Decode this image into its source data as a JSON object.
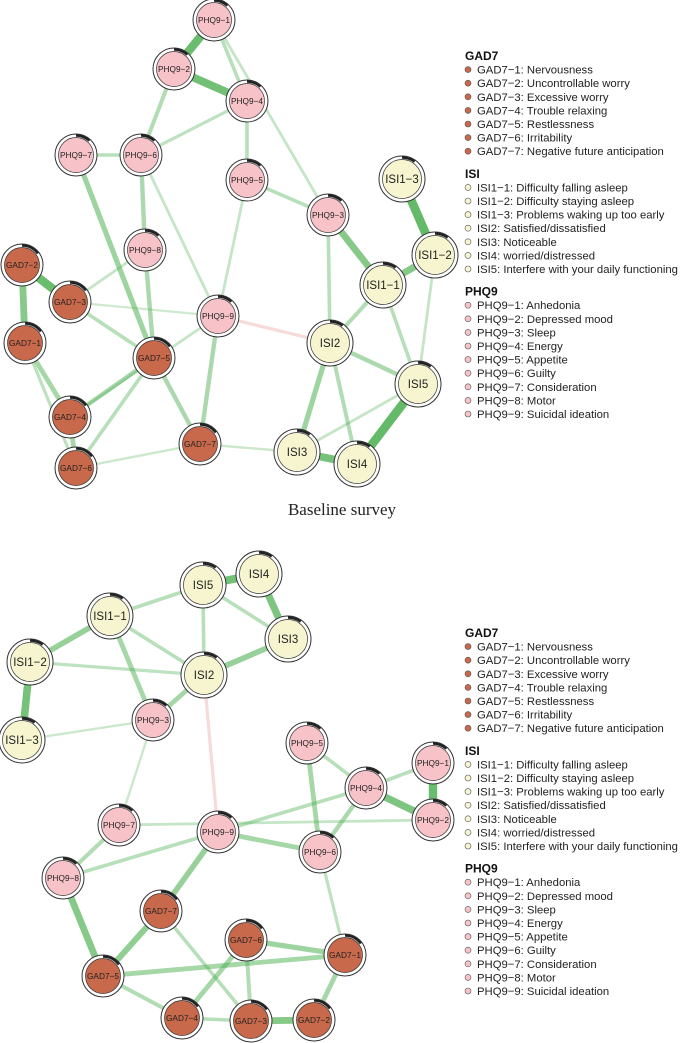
{
  "caption": "Baseline survey",
  "colors": {
    "GAD7": "#c9694b",
    "ISI": "#f6f5cf",
    "PHQ9": "#f7c3c8",
    "pos_edge": "#4caf50",
    "neg_edge": "#e89a9a"
  },
  "legend": [
    {
      "group": "GAD7",
      "items": [
        "GAD7−1: Nervousness",
        "GAD7−2: Uncontrollable worry",
        "GAD7−3: Excessive worry",
        "GAD7−4: Trouble relaxing",
        "GAD7−5: Restlessness",
        "GAD7−6: Irritability",
        "GAD7−7: Negative future anticipation"
      ]
    },
    {
      "group": "ISI",
      "items": [
        "ISI1−1: Difficulty falling asleep",
        "ISI1−2: Difficulty staying asleep",
        "ISI1−3: Problems waking up too early",
        "ISI2: Satisfied/dissatisfied",
        "ISI3: Noticeable",
        "ISI4: worried/distressed",
        "ISI5: Interfere with your daily functioning"
      ]
    },
    {
      "group": "PHQ9",
      "items": [
        "PHQ9−1: Anhedonia",
        "PHQ9−2: Depressed mood",
        "PHQ9−3: Sleep",
        "PHQ9−4: Energy",
        "PHQ9−5: Appetite",
        "PHQ9−6: Guilty",
        "PHQ9−7: Consideration",
        "PHQ9−8: Motor",
        "PHQ9−9: Suicidal ideation"
      ]
    }
  ],
  "networks": [
    {
      "nodes": [
        {
          "id": "PHQ9-1",
          "label": "PHQ9−1",
          "group": "PHQ9"
        },
        {
          "id": "PHQ9-2",
          "label": "PHQ9−2",
          "group": "PHQ9"
        },
        {
          "id": "PHQ9-4",
          "label": "PHQ9−4",
          "group": "PHQ9"
        },
        {
          "id": "PHQ9-7",
          "label": "PHQ9−7",
          "group": "PHQ9"
        },
        {
          "id": "PHQ9-6",
          "label": "PHQ9−6",
          "group": "PHQ9"
        },
        {
          "id": "PHQ9-5",
          "label": "PHQ9−5",
          "group": "PHQ9"
        },
        {
          "id": "PHQ9-3",
          "label": "PHQ9−3",
          "group": "PHQ9"
        },
        {
          "id": "PHQ9-8",
          "label": "PHQ9−8",
          "group": "PHQ9"
        },
        {
          "id": "PHQ9-9",
          "label": "PHQ9−9",
          "group": "PHQ9"
        },
        {
          "id": "GAD7-2",
          "label": "GAD7−2",
          "group": "GAD7"
        },
        {
          "id": "GAD7-3",
          "label": "GAD7−3",
          "group": "GAD7"
        },
        {
          "id": "GAD7-1",
          "label": "GAD7−1",
          "group": "GAD7"
        },
        {
          "id": "GAD7-5",
          "label": "GAD7−5",
          "group": "GAD7"
        },
        {
          "id": "GAD7-4",
          "label": "GAD7−4",
          "group": "GAD7"
        },
        {
          "id": "GAD7-7",
          "label": "GAD7−7",
          "group": "GAD7"
        },
        {
          "id": "GAD7-6",
          "label": "GAD7−6",
          "group": "GAD7"
        },
        {
          "id": "ISI1-3",
          "label": "ISI1−3",
          "group": "ISI"
        },
        {
          "id": "ISI1-2",
          "label": "ISI1−2",
          "group": "ISI"
        },
        {
          "id": "ISI1-1",
          "label": "ISI1−1",
          "group": "ISI"
        },
        {
          "id": "ISI2",
          "label": "ISI2",
          "group": "ISI"
        },
        {
          "id": "ISI5",
          "label": "ISI5",
          "group": "ISI"
        },
        {
          "id": "ISI3",
          "label": "ISI3",
          "group": "ISI"
        },
        {
          "id": "ISI4",
          "label": "ISI4",
          "group": "ISI"
        }
      ],
      "edges": [
        {
          "a": "PHQ9-1",
          "b": "PHQ9-2",
          "w": 0.9
        },
        {
          "a": "PHQ9-2",
          "b": "PHQ9-4",
          "w": 0.85
        },
        {
          "a": "PHQ9-1",
          "b": "PHQ9-4",
          "w": 0.3
        },
        {
          "a": "PHQ9-2",
          "b": "PHQ9-6",
          "w": 0.35
        },
        {
          "a": "PHQ9-4",
          "b": "PHQ9-6",
          "w": 0.25
        },
        {
          "a": "PHQ9-4",
          "b": "PHQ9-5",
          "w": 0.3
        },
        {
          "a": "PHQ9-1",
          "b": "PHQ9-3",
          "w": 0.2
        },
        {
          "a": "PHQ9-7",
          "b": "PHQ9-6",
          "w": 0.3
        },
        {
          "a": "PHQ9-7",
          "b": "GAD7-5",
          "w": 0.5
        },
        {
          "a": "PHQ9-6",
          "b": "PHQ9-8",
          "w": 0.4
        },
        {
          "a": "PHQ9-6",
          "b": "PHQ9-9",
          "w": 0.2
        },
        {
          "a": "PHQ9-5",
          "b": "PHQ9-3",
          "w": 0.3
        },
        {
          "a": "PHQ9-5",
          "b": "PHQ9-9",
          "w": 0.2
        },
        {
          "a": "PHQ9-3",
          "b": "ISI1-1",
          "w": 0.7
        },
        {
          "a": "PHQ9-3",
          "b": "ISI2",
          "w": 0.3
        },
        {
          "a": "PHQ9-8",
          "b": "GAD7-5",
          "w": 0.4
        },
        {
          "a": "PHQ9-8",
          "b": "GAD7-3",
          "w": 0.2
        },
        {
          "a": "PHQ9-9",
          "b": "GAD7-7",
          "w": 0.4
        },
        {
          "a": "PHQ9-9",
          "b": "ISI2",
          "w": 0.25,
          "neg": true
        },
        {
          "a": "PHQ9-9",
          "b": "GAD7-4",
          "w": 0.2
        },
        {
          "a": "GAD7-2",
          "b": "GAD7-3",
          "w": 0.9
        },
        {
          "a": "GAD7-2",
          "b": "GAD7-1",
          "w": 0.7
        },
        {
          "a": "GAD7-1",
          "b": "GAD7-4",
          "w": 0.45
        },
        {
          "a": "GAD7-3",
          "b": "GAD7-5",
          "w": 0.3
        },
        {
          "a": "GAD7-4",
          "b": "GAD7-5",
          "w": 0.4
        },
        {
          "a": "GAD7-4",
          "b": "GAD7-6",
          "w": 0.45
        },
        {
          "a": "GAD7-5",
          "b": "GAD7-7",
          "w": 0.4
        },
        {
          "a": "GAD7-5",
          "b": "GAD7-6",
          "w": 0.3
        },
        {
          "a": "GAD7-1",
          "b": "GAD7-6",
          "w": 0.25
        },
        {
          "a": "ISI1-3",
          "b": "ISI1-2",
          "w": 0.95
        },
        {
          "a": "ISI1-2",
          "b": "ISI1-1",
          "w": 0.7
        },
        {
          "a": "ISI1-1",
          "b": "ISI2",
          "w": 0.35
        },
        {
          "a": "ISI1-1",
          "b": "ISI5",
          "w": 0.3
        },
        {
          "a": "ISI1-2",
          "b": "ISI5",
          "w": 0.2
        },
        {
          "a": "ISI2",
          "b": "ISI5",
          "w": 0.4
        },
        {
          "a": "ISI2",
          "b": "ISI3",
          "w": 0.5
        },
        {
          "a": "ISI2",
          "b": "ISI4",
          "w": 0.35
        },
        {
          "a": "ISI5",
          "b": "ISI4",
          "w": 0.95
        },
        {
          "a": "ISI3",
          "b": "ISI4",
          "w": 0.8
        },
        {
          "a": "ISI3",
          "b": "ISI5",
          "w": 0.2
        },
        {
          "a": "GAD7-7",
          "b": "ISI3",
          "w": 0.15
        },
        {
          "a": "GAD7-6",
          "b": "GAD7-7",
          "w": 0.15
        },
        {
          "a": "GAD7-3",
          "b": "PHQ9-9",
          "w": 0.12
        }
      ]
    },
    {
      "nodes": [
        {
          "id": "ISI5",
          "label": "ISI5",
          "group": "ISI"
        },
        {
          "id": "ISI4",
          "label": "ISI4",
          "group": "ISI"
        },
        {
          "id": "ISI1-1",
          "label": "ISI1−1",
          "group": "ISI"
        },
        {
          "id": "ISI3",
          "label": "ISI3",
          "group": "ISI"
        },
        {
          "id": "ISI1-2",
          "label": "ISI1−2",
          "group": "ISI"
        },
        {
          "id": "ISI2",
          "label": "ISI2",
          "group": "ISI"
        },
        {
          "id": "ISI1-3",
          "label": "ISI1−3",
          "group": "ISI"
        },
        {
          "id": "PHQ9-3",
          "label": "PHQ9−3",
          "group": "PHQ9"
        },
        {
          "id": "PHQ9-5",
          "label": "PHQ9−5",
          "group": "PHQ9"
        },
        {
          "id": "PHQ9-1",
          "label": "PHQ9−1",
          "group": "PHQ9"
        },
        {
          "id": "PHQ9-4",
          "label": "PHQ9−4",
          "group": "PHQ9"
        },
        {
          "id": "PHQ9-2",
          "label": "PHQ9−2",
          "group": "PHQ9"
        },
        {
          "id": "PHQ9-7",
          "label": "PHQ9−7",
          "group": "PHQ9"
        },
        {
          "id": "PHQ9-9",
          "label": "PHQ9−9",
          "group": "PHQ9"
        },
        {
          "id": "PHQ9-6",
          "label": "PHQ9−6",
          "group": "PHQ9"
        },
        {
          "id": "PHQ9-8",
          "label": "PHQ9−8",
          "group": "PHQ9"
        },
        {
          "id": "GAD7-7",
          "label": "GAD7−7",
          "group": "GAD7"
        },
        {
          "id": "GAD7-6",
          "label": "GAD7−6",
          "group": "GAD7"
        },
        {
          "id": "GAD7-1",
          "label": "GAD7−1",
          "group": "GAD7"
        },
        {
          "id": "GAD7-5",
          "label": "GAD7−5",
          "group": "GAD7"
        },
        {
          "id": "GAD7-4",
          "label": "GAD7−4",
          "group": "GAD7"
        },
        {
          "id": "GAD7-3",
          "label": "GAD7−3",
          "group": "GAD7"
        },
        {
          "id": "GAD7-2",
          "label": "GAD7−2",
          "group": "GAD7"
        }
      ],
      "edges": [
        {
          "a": "ISI5",
          "b": "ISI4",
          "w": 0.85
        },
        {
          "a": "ISI4",
          "b": "ISI3",
          "w": 0.75
        },
        {
          "a": "ISI5",
          "b": "ISI1-1",
          "w": 0.3
        },
        {
          "a": "ISI5",
          "b": "ISI2",
          "w": 0.3
        },
        {
          "a": "ISI5",
          "b": "ISI3",
          "w": 0.3
        },
        {
          "a": "ISI1-1",
          "b": "ISI1-2",
          "w": 0.55
        },
        {
          "a": "ISI1-1",
          "b": "ISI2",
          "w": 0.3
        },
        {
          "a": "ISI1-1",
          "b": "PHQ9-3",
          "w": 0.45
        },
        {
          "a": "ISI3",
          "b": "ISI2",
          "w": 0.55
        },
        {
          "a": "ISI1-2",
          "b": "ISI1-3",
          "w": 0.8
        },
        {
          "a": "ISI1-2",
          "b": "ISI2",
          "w": 0.25
        },
        {
          "a": "ISI2",
          "b": "PHQ9-3",
          "w": 0.45
        },
        {
          "a": "ISI2",
          "b": "PHQ9-9",
          "w": 0.25,
          "neg": true
        },
        {
          "a": "ISI1-3",
          "b": "PHQ9-3",
          "w": 0.15
        },
        {
          "a": "PHQ9-1",
          "b": "PHQ9-2",
          "w": 0.9
        },
        {
          "a": "PHQ9-4",
          "b": "PHQ9-2",
          "w": 0.75
        },
        {
          "a": "PHQ9-4",
          "b": "PHQ9-1",
          "w": 0.3
        },
        {
          "a": "PHQ9-5",
          "b": "PHQ9-6",
          "w": 0.45
        },
        {
          "a": "PHQ9-5",
          "b": "PHQ9-4",
          "w": 0.3
        },
        {
          "a": "PHQ9-4",
          "b": "PHQ9-6",
          "w": 0.4
        },
        {
          "a": "PHQ9-9",
          "b": "PHQ9-6",
          "w": 0.45
        },
        {
          "a": "PHQ9-9",
          "b": "GAD7-7",
          "w": 0.55
        },
        {
          "a": "PHQ9-9",
          "b": "PHQ9-4",
          "w": 0.3
        },
        {
          "a": "PHQ9-7",
          "b": "PHQ9-8",
          "w": 0.35
        },
        {
          "a": "PHQ9-8",
          "b": "GAD7-5",
          "w": 0.7
        },
        {
          "a": "PHQ9-8",
          "b": "PHQ9-9",
          "w": 0.3
        },
        {
          "a": "GAD7-7",
          "b": "GAD7-5",
          "w": 0.6
        },
        {
          "a": "GAD7-7",
          "b": "GAD7-3",
          "w": 0.3
        },
        {
          "a": "GAD7-5",
          "b": "GAD7-1",
          "w": 0.45
        },
        {
          "a": "GAD7-5",
          "b": "GAD7-4",
          "w": 0.35
        },
        {
          "a": "GAD7-6",
          "b": "GAD7-1",
          "w": 0.5
        },
        {
          "a": "GAD7-6",
          "b": "GAD7-4",
          "w": 0.45
        },
        {
          "a": "GAD7-6",
          "b": "GAD7-3",
          "w": 0.35
        },
        {
          "a": "GAD7-1",
          "b": "GAD7-2",
          "w": 0.45
        },
        {
          "a": "GAD7-3",
          "b": "GAD7-2",
          "w": 0.7
        },
        {
          "a": "GAD7-4",
          "b": "GAD7-3",
          "w": 0.3
        },
        {
          "a": "PHQ9-6",
          "b": "GAD7-1",
          "w": 0.25
        },
        {
          "a": "PHQ9-2",
          "b": "PHQ9-7",
          "w": 0.2
        },
        {
          "a": "PHQ9-3",
          "b": "PHQ9-7",
          "w": 0.15
        }
      ]
    }
  ]
}
